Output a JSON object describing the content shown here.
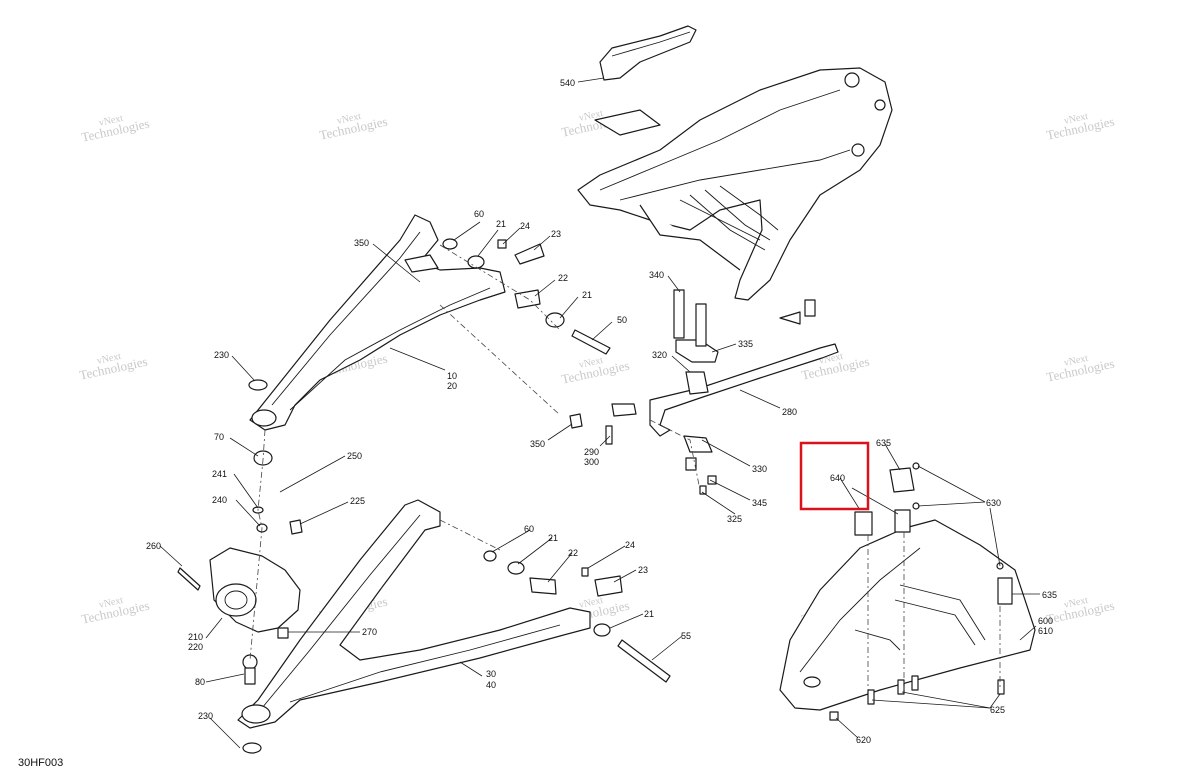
{
  "diagram": {
    "id_label": "30HF003",
    "highlight_color": "#d9121b",
    "watermark": {
      "line1": "vNext",
      "line2": "Technologies"
    },
    "labels": {
      "l540": "540",
      "l60a": "60",
      "l21a": "21",
      "l24a": "24",
      "l23a": "23",
      "l350a": "350",
      "l22a": "22",
      "l21b": "21",
      "l50": "50",
      "l340": "340",
      "l335": "335",
      "l320": "320",
      "l230a": "230",
      "l10": "10",
      "l20": "20",
      "l280": "280",
      "l350b": "350",
      "l290": "290",
      "l300": "300",
      "l330": "330",
      "l345": "345",
      "l325": "325",
      "l70": "70",
      "l250": "250",
      "l241": "241",
      "l240": "240",
      "l225": "225",
      "l635a": "635",
      "l640": "640",
      "l630": "630",
      "l260": "260",
      "l60b": "60",
      "l21c": "21",
      "l22b": "22",
      "l24b": "24",
      "l23b": "23",
      "l21d": "21",
      "l270": "270",
      "l210": "210",
      "l220": "220",
      "l55": "55",
      "l80": "80",
      "l30": "30",
      "l40": "40",
      "l635b": "635",
      "l600": "600",
      "l610": "610",
      "l625": "625",
      "l230b": "230",
      "l620": "620"
    }
  }
}
